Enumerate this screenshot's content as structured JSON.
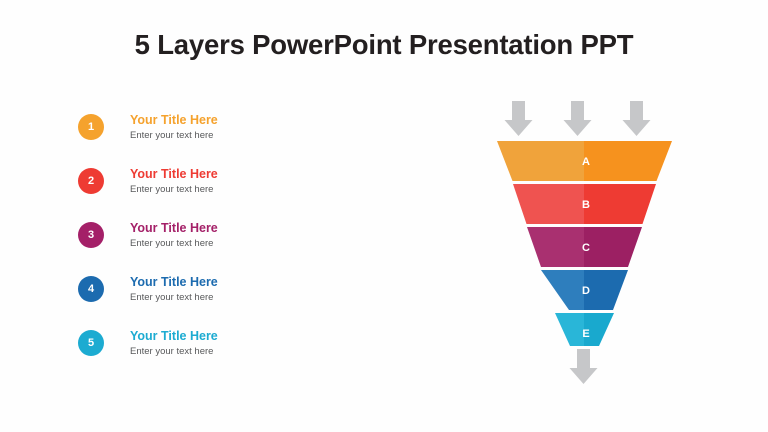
{
  "slide": {
    "title": "5 Layers PowerPoint Presentation PPT",
    "background_color": "#fefefe"
  },
  "legend": {
    "items": [
      {
        "number": "1",
        "title": "Your Title Here",
        "subtitle": "Enter your text here",
        "color": "#F5A22D",
        "badge_color": "#F5A22D"
      },
      {
        "number": "2",
        "title": "Your Title Here",
        "subtitle": "Enter your text here",
        "color": "#EE3B33",
        "badge_color": "#EE3B33"
      },
      {
        "number": "3",
        "title": "Your Title Here",
        "subtitle": "Enter your text here",
        "color": "#A42068",
        "badge_color": "#A42068"
      },
      {
        "number": "4",
        "title": "Your Title Here",
        "subtitle": "Enter your text here",
        "color": "#1C6BAF",
        "badge_color": "#1C6BAF"
      },
      {
        "number": "5",
        "title": "Your Title Here",
        "subtitle": "Enter your text here",
        "color": "#1CABD1",
        "badge_color": "#1CABD1"
      }
    ]
  },
  "chart_data": {
    "type": "funnel",
    "title": "",
    "orientation": "inverted-vertical",
    "levels": [
      {
        "label": "A",
        "color_left": "#F0A33B",
        "color_right": "#F6921E",
        "top_width": 175,
        "bottom_width": 144
      },
      {
        "label": "B",
        "color_left": "#EF5350",
        "color_right": "#EE3B33",
        "top_width": 144,
        "bottom_width": 116
      },
      {
        "label": "C",
        "color_left": "#A93070",
        "color_right": "#9C2063",
        "top_width": 116,
        "bottom_width": 88
      },
      {
        "label": "D",
        "color_left": "#2E7EBD",
        "color_right": "#1C6BAF",
        "top_width": 88,
        "bottom_width": 58
      },
      {
        "label": "E",
        "color_left": "#29B6D8",
        "color_right": "#19A9CE",
        "top_width": 58,
        "bottom_width": 28
      }
    ],
    "inflow_arrows": {
      "count": 3,
      "color": "#C6C7C9",
      "direction": "down"
    },
    "outflow_arrows": {
      "count": 1,
      "color": "#C6C7C9",
      "direction": "down"
    }
  }
}
